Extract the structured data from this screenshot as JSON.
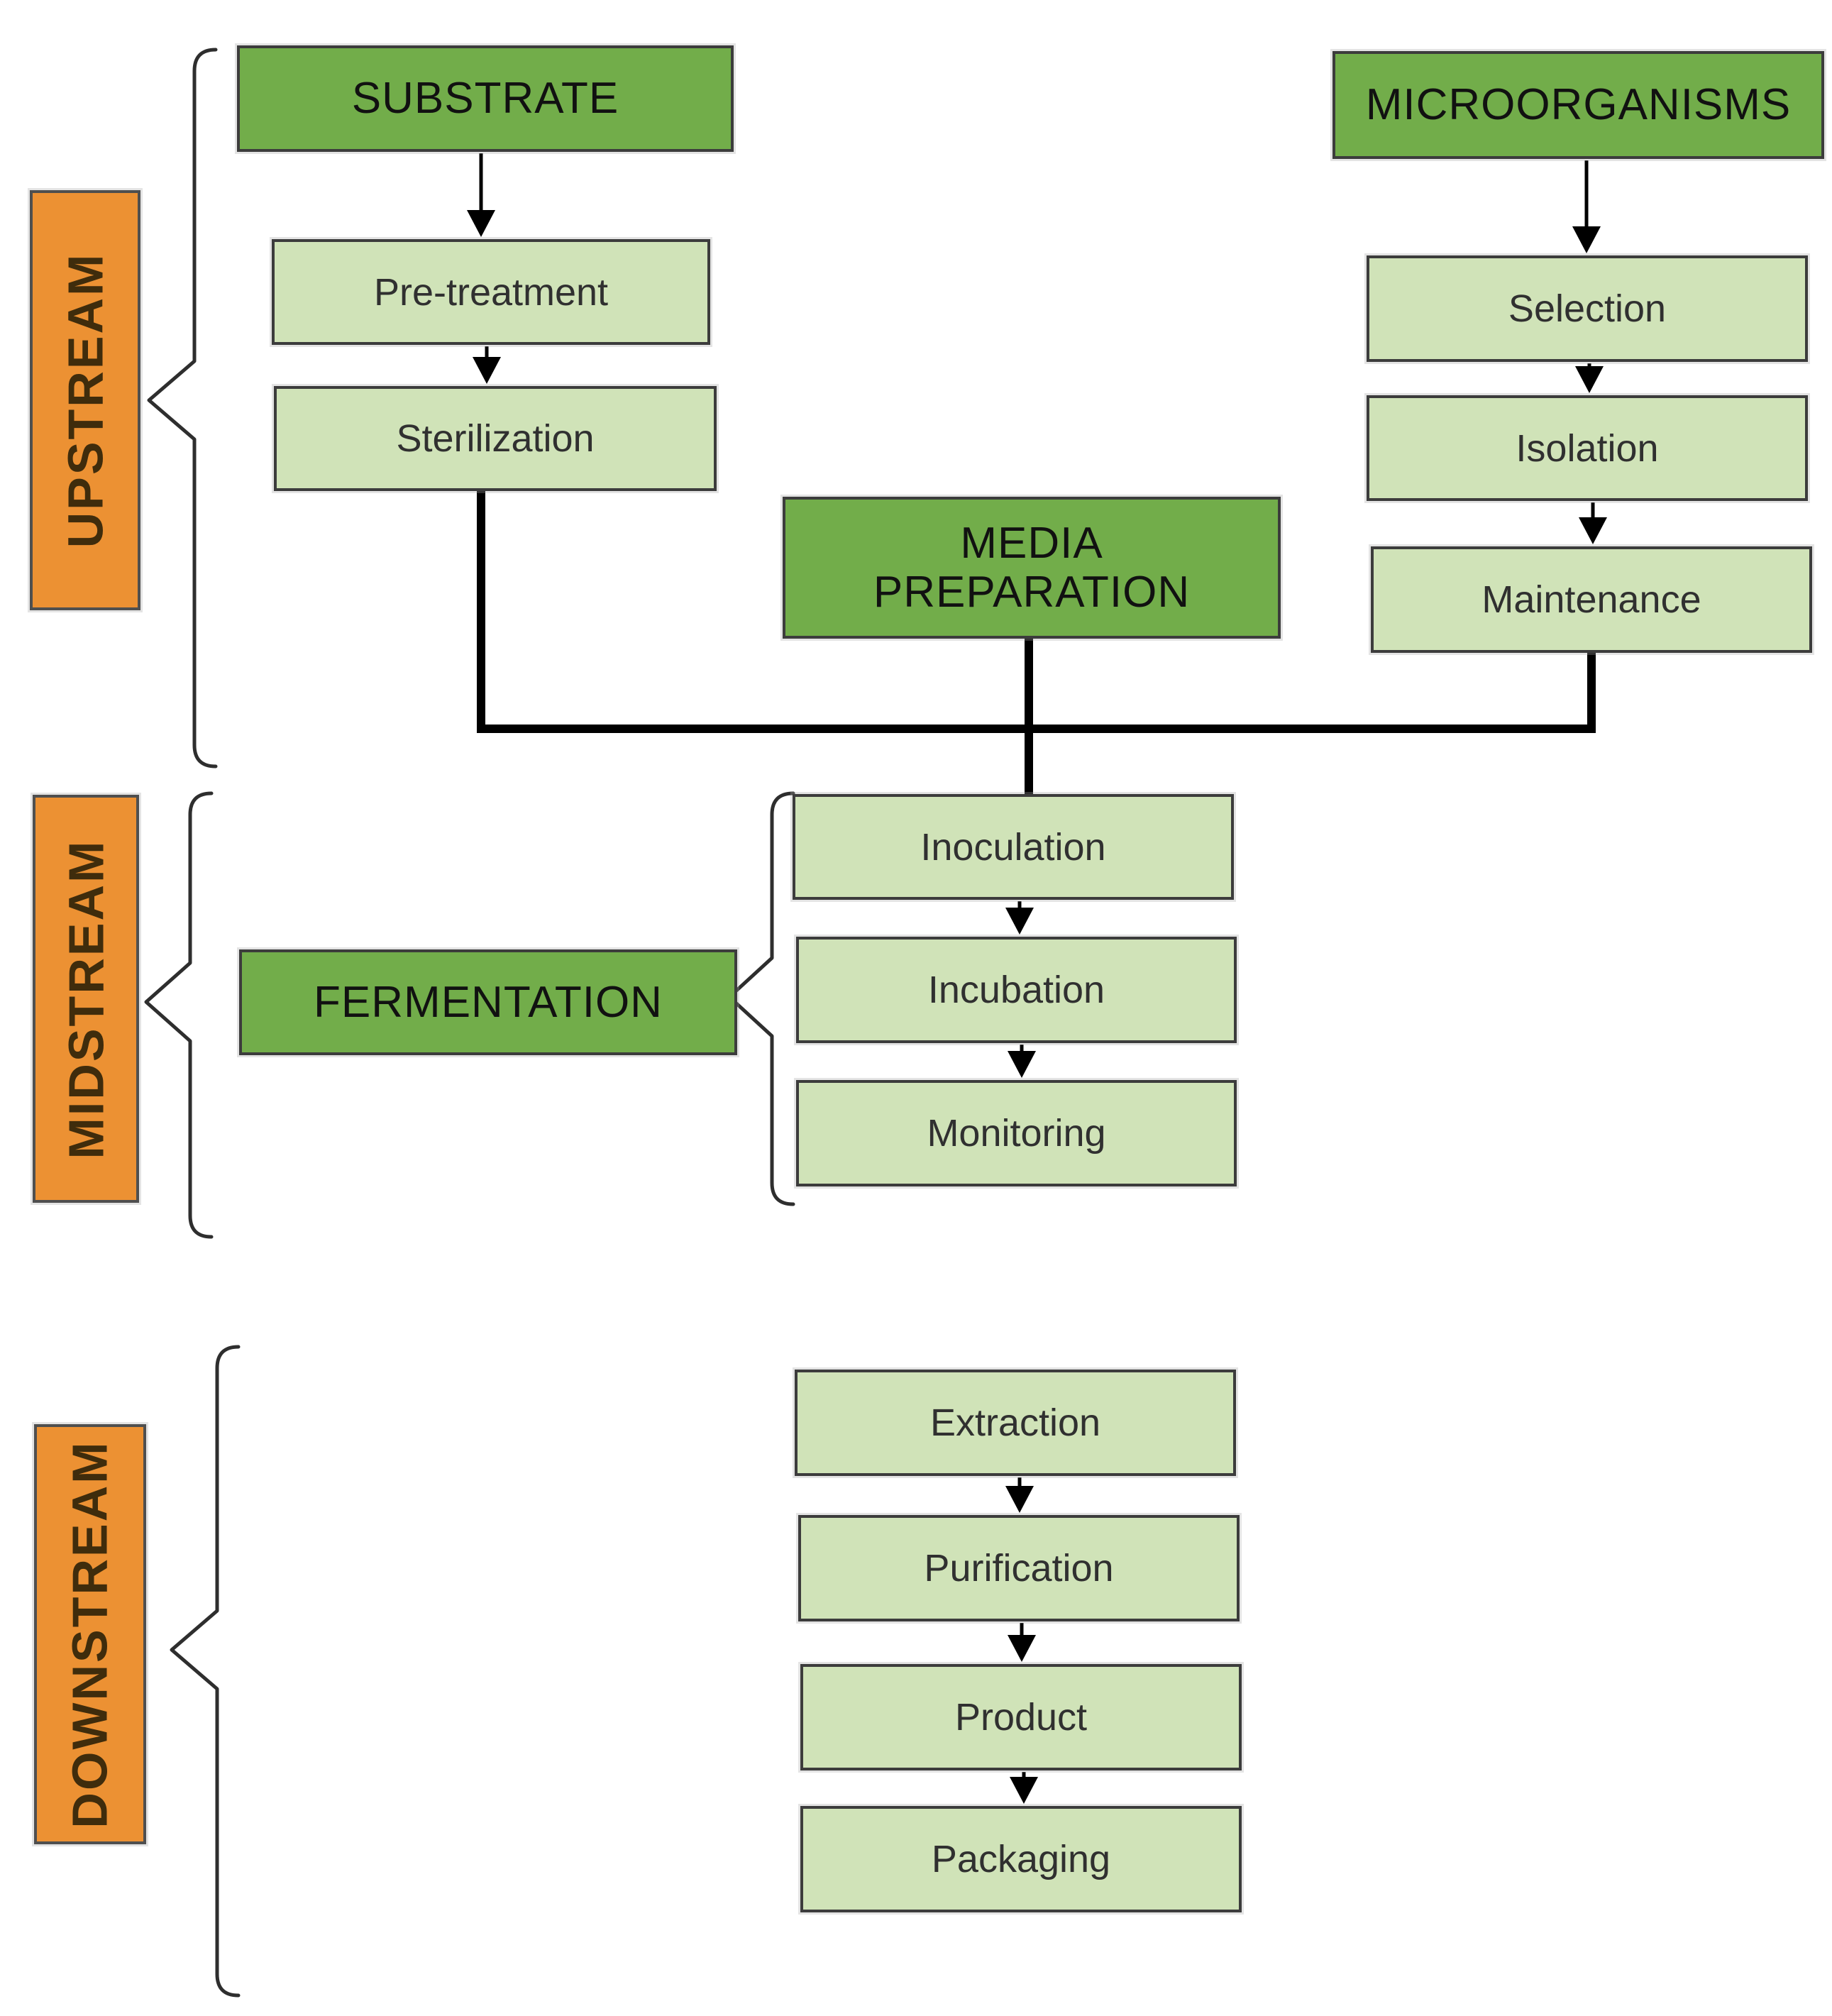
{
  "flow": {
    "upstream": {
      "label": "UPSTREAM",
      "substrate_branch": {
        "head": "SUBSTRATE",
        "steps": [
          "Pre-treatment",
          "Sterilization"
        ]
      },
      "media_head": "MEDIA PREPARATION",
      "microorganisms_branch": {
        "head": "MICROORGANISMS",
        "steps": [
          "Selection",
          "Isolation",
          "Maintenance"
        ]
      }
    },
    "midstream": {
      "label": "MIDSTREAM",
      "head": "FERMENTATION",
      "steps": [
        "Inoculation",
        "Incubation",
        "Monitoring"
      ]
    },
    "downstream": {
      "label": "DOWNSTREAM",
      "steps": [
        "Extraction",
        "Purification",
        "Product",
        "Packaging"
      ]
    }
  },
  "edges": [
    {
      "from": "SUBSTRATE",
      "to": "Pre-treatment",
      "style": "arrow"
    },
    {
      "from": "Pre-treatment",
      "to": "Sterilization",
      "style": "arrow"
    },
    {
      "from": "MICROORGANISMS",
      "to": "Selection",
      "style": "arrow"
    },
    {
      "from": "Selection",
      "to": "Isolation",
      "style": "arrow"
    },
    {
      "from": "Isolation",
      "to": "Maintenance",
      "style": "arrow"
    },
    {
      "from": "Sterilization",
      "to": "Inoculation",
      "style": "thick-trunk"
    },
    {
      "from": "MEDIA PREPARATION",
      "to": "Inoculation",
      "style": "thick-trunk"
    },
    {
      "from": "Maintenance",
      "to": "Inoculation",
      "style": "thick-trunk"
    },
    {
      "from": "Inoculation",
      "to": "Incubation",
      "style": "arrow"
    },
    {
      "from": "Incubation",
      "to": "Monitoring",
      "style": "arrow"
    },
    {
      "from": "Extraction",
      "to": "Purification",
      "style": "arrow"
    },
    {
      "from": "Purification",
      "to": "Product",
      "style": "arrow"
    },
    {
      "from": "Product",
      "to": "Packaging",
      "style": "arrow"
    }
  ],
  "braces": [
    {
      "label_target": "UPSTREAM",
      "groups": "substrate, media preparation and microorganisms chains"
    },
    {
      "label_target": "MIDSTREAM",
      "groups": "fermentation stage"
    },
    {
      "label_target": "FERMENTATION",
      "groups": "inoculation, incubation, monitoring"
    },
    {
      "label_target": "DOWNSTREAM",
      "groups": "extraction, purification, product, packaging"
    }
  ],
  "colors": {
    "header_green": "#72ad4a",
    "step_green": "#d0e3b8",
    "section_orange": "#ec9133",
    "box_border": "#3c3c3c",
    "section_border": "#4f4f4f",
    "connector_black": "#000000",
    "brace_gray": "#2e2e2e",
    "header_text": "#111111",
    "step_text": "#303030",
    "section_text": "#3f2c0c",
    "background": "#ffffff"
  }
}
